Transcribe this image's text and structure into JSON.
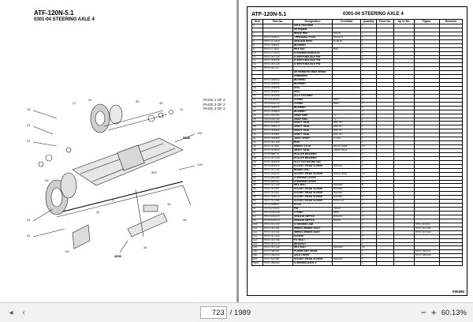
{
  "left_page": {
    "title": "ATF-120N-5.1",
    "subtitle": "0301-04 STEERING AXLE 4",
    "page_box": [
      "PAGE 1 OF 2",
      "PAGE 2 OF 2",
      "PAGE 2 OF 2"
    ],
    "callouts": [
      "5068",
      "2600"
    ]
  },
  "right_page": {
    "title": "ATF-120N-5.1",
    "group": "0301-04 STEERING AXLE 4",
    "columns": [
      "Item",
      "Part No.",
      "Designation",
      "TechData",
      "Quantity",
      "From No.",
      "Up to No.",
      "Figure.",
      "Remarks"
    ],
    "rows": [
      [
        "1",
        "",
        "AXLE HOUSING",
        "",
        "1",
        "",
        "",
        "",
        ""
      ],
      [
        "",
        "",
        "on request",
        "",
        "",
        "",
        "",
        "",
        ""
      ],
      [
        "2",
        "",
        "BREATHER",
        "M10x1",
        "1",
        "",
        "",
        "",
        ""
      ],
      [
        "3",
        "99707301871",
        "THREADED PLUG",
        "M10x1.5",
        "1",
        "",
        "",
        "",
        ""
      ],
      [
        "4",
        "99707271516",
        "SEALING RING",
        "A10x16",
        "1",
        "",
        "",
        "",
        ""
      ],
      [
        "5",
        "99707305901",
        "BUSHING",
        "",
        "2",
        "",
        "",
        "",
        ""
      ],
      [
        "6",
        "99707271621",
        "HEX NUT",
        "M20",
        "2",
        "",
        "",
        "",
        ""
      ],
      [
        "10",
        "99707271914",
        "STEERING KNUCKLE",
        "",
        "1",
        "",
        "",
        "",
        ""
      ],
      [
        "11",
        "99707307125",
        "STEER KNUCKLE PIN",
        "",
        "1",
        "",
        "",
        "",
        ""
      ],
      [
        "12",
        "99707304496",
        "STEER KNUCKLE PIN",
        "",
        "1",
        "",
        "",
        "",
        ""
      ],
      [
        "13",
        "99707307126",
        "STEER KNUCKLE PIN",
        "",
        "1",
        "",
        "",
        "",
        ""
      ],
      [
        "15",
        "99707307127",
        "",
        "",
        "",
        "",
        "",
        "",
        ""
      ],
      [
        "",
        "",
        "for measured value sensor",
        "",
        "",
        "",
        "",
        "",
        ""
      ],
      [
        "",
        "",
        "installation",
        "",
        "",
        "",
        "",
        "",
        ""
      ],
      [
        "16",
        "99707308924",
        "BUSHING",
        "",
        "2",
        "",
        "",
        "",
        ""
      ],
      [
        "17",
        "99707304492",
        "BUSHING",
        "",
        "2",
        "",
        "",
        "",
        ""
      ],
      [
        "18",
        "99707304494",
        "DISC",
        "",
        "1",
        "",
        "",
        "",
        ""
      ],
      [
        "19",
        "99707304493",
        "DISC",
        "",
        "1",
        "",
        "",
        "",
        ""
      ],
      [
        "20",
        "99707304495",
        "SLOTTED RING",
        "",
        "1",
        "",
        "",
        "",
        ""
      ],
      [
        "21",
        "99700148463",
        "O-RING",
        "88x2",
        "2",
        "",
        "",
        "",
        ""
      ],
      [
        "22",
        "99700010215",
        "O-RING",
        "65x3",
        "2",
        "",
        "",
        "",
        ""
      ],
      [
        "23",
        "99707306923",
        "BUSHING",
        "",
        "2",
        "",
        "",
        "",
        ""
      ],
      [
        "24",
        "99707304825",
        "BUSHING",
        "",
        "2",
        "",
        "",
        "",
        ""
      ],
      [
        "25",
        "99707010162",
        "SNAP RING",
        "72",
        "2",
        "",
        "",
        "",
        ""
      ],
      [
        "26",
        "99700010153",
        "SNAP RING",
        "72",
        "2",
        "",
        "",
        "",
        ""
      ],
      [
        "27",
        "99700212553",
        "SHAFT SEAL",
        "68x72x7",
        "1",
        "",
        "",
        "",
        ""
      ],
      [
        "28",
        "99707304479",
        "SHAFT SEAL",
        "65x72x7",
        "1",
        "",
        "",
        "",
        ""
      ],
      [
        "29",
        "99707304483",
        "SHAFT SEAL",
        "65x72x7",
        "1",
        "",
        "",
        "",
        ""
      ],
      [
        "30",
        "99707304481",
        "SHAFT SEAL",
        "65x72x7",
        "1",
        "",
        "",
        "",
        ""
      ],
      [
        "31",
        "99707304485",
        "JOINT SHAFT",
        "i=13/6",
        "1",
        "",
        "",
        "",
        ""
      ],
      [
        "33",
        "99707307126",
        "HUB",
        "",
        "1",
        "",
        "",
        "",
        ""
      ],
      [
        "35",
        "99707307801",
        "WHEEL STUD",
        "M22x1.5x88",
        "20",
        "",
        "",
        "",
        ""
      ],
      [
        "36",
        "99707307600",
        "SHAFT SEAL",
        "140x175x15",
        "2",
        "",
        "",
        "",
        ""
      ],
      [
        "37",
        "99700588797",
        "ROLLER BEARING",
        "",
        "2",
        "",
        "",
        "",
        ""
      ],
      [
        "38",
        "99707307125",
        "ROLLER BEARING",
        "",
        "2",
        "",
        "",
        "",
        ""
      ],
      [
        "39",
        "99707305929",
        "SLOTTED ROUND NUT",
        "",
        "2",
        "",
        "",
        "",
        ""
      ],
      [
        "40",
        "99700405924",
        "SOCKET HEAD SCREW",
        "M10x12",
        "2",
        "",
        "",
        "",
        ""
      ],
      [
        "41",
        "99707307130",
        "BRAKE DISC",
        "",
        "2",
        "",
        "",
        "",
        ""
      ],
      [
        "42",
        "99707033203",
        "SOCKET HEAD SCREW",
        "M20x1.5x40",
        "20",
        "",
        "",
        "",
        ""
      ],
      [
        "43",
        "99701062483",
        "STEERING LEVER",
        "",
        "1",
        "",
        "",
        "",
        ""
      ],
      [
        "44",
        "99701062492",
        "STEERING LEVER",
        "",
        "1",
        "",
        "",
        "",
        ""
      ],
      [
        "45",
        "99707327335",
        "HEX BOLT",
        "M20x65",
        "8",
        "",
        "",
        "",
        ""
      ],
      [
        "46",
        "99707307401",
        "SOCKET HEAD SCREW",
        "M20x80",
        "2",
        "",
        "",
        "",
        ""
      ],
      [
        "47",
        "99707307401",
        "SOCKET HEAD SCREW",
        "M20x80",
        "2",
        "",
        "",
        "",
        ""
      ],
      [
        "48",
        "99707304475",
        "SOCKET HEAD SCREW",
        "M20x80",
        "2",
        "",
        "",
        "",
        ""
      ],
      [
        "49",
        "99707307366",
        "SOCKET HEAD SCREW",
        "M20x120",
        "2",
        "",
        "",
        "",
        ""
      ],
      [
        "50",
        "99700098897",
        "PLUG",
        "",
        "2",
        "",
        "",
        "",
        ""
      ],
      [
        "51",
        "99700270004",
        "PIN",
        "16x28",
        "2",
        "",
        "",
        "",
        ""
      ],
      [
        "52",
        "99700210308",
        "O-RING",
        "68x4",
        "2",
        "",
        "",
        "",
        ""
      ],
      [
        "53",
        "99700010529",
        "GREASE NIPPLE",
        "AM10x1",
        "2",
        "",
        "",
        "",
        ""
      ],
      [
        "54",
        "99700010526",
        "GREASE NIPPLE",
        "M10x1",
        "1",
        "",
        "",
        "",
        ""
      ],
      [
        "105",
        "99707307100",
        "STEERING LINK",
        "",
        "1",
        "",
        "",
        "99707307067",
        ""
      ],
      [
        "110",
        "99707307151",
        "WHEEL BRAKE ASSY",
        "",
        "1",
        "",
        "",
        "99707307151",
        ""
      ],
      [
        "111",
        "99707307152",
        "WHEEL BRAKE ASSY",
        "",
        "1",
        "",
        "",
        "99707307152",
        ""
      ],
      [
        "112",
        "99707307153",
        "SCREW",
        "",
        "2",
        "",
        "",
        "",
        ""
      ],
      [
        "113",
        "99707307154",
        "FIT BOLT",
        "",
        "2",
        "",
        "",
        "",
        ""
      ],
      [
        "114",
        "99707307176",
        "BRACKET",
        "",
        "2",
        "",
        "",
        "",
        ""
      ],
      [
        "115",
        "99707307136",
        "HEX BOLT",
        "M20x48",
        "20",
        "",
        "",
        "",
        ""
      ],
      [
        "300",
        "99707082441",
        "PLANETARY GEAR",
        "",
        "2",
        "",
        "",
        "99707082441",
        ""
      ],
      [
        "500",
        "99707082449",
        "AXLE DRIVE",
        "",
        "1",
        "",
        "",
        "99707082449",
        ""
      ],
      [
        "501",
        "99707611965",
        "SOCKET HEAD SCREW",
        "M20x65",
        "2",
        "",
        "",
        "",
        ""
      ],
      [
        "5000",
        "99707065264",
        "STEERING AXLE 4",
        "",
        "1",
        "",
        "",
        "",
        ""
      ]
    ],
    "page_number": "000280"
  },
  "toolbar": {
    "current_page": "723",
    "total_pages": "/ 1989",
    "zoom": "60.13%"
  }
}
